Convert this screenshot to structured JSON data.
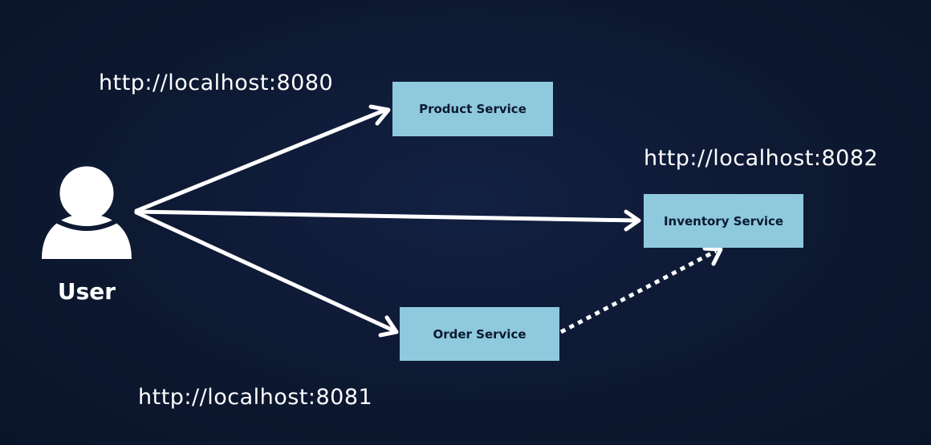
{
  "diagram": {
    "actor": {
      "label": "User",
      "icon": "user-icon"
    },
    "services": [
      {
        "id": "product",
        "label": "Product Service",
        "url": "http://localhost:8080"
      },
      {
        "id": "inventory",
        "label": "Inventory Service",
        "url": "http://localhost:8082"
      },
      {
        "id": "order",
        "label": "Order Service",
        "url": "http://localhost:8081"
      }
    ],
    "connections": [
      {
        "from": "User",
        "to": "Product Service",
        "style": "solid"
      },
      {
        "from": "User",
        "to": "Inventory Service",
        "style": "solid"
      },
      {
        "from": "User",
        "to": "Order Service",
        "style": "solid"
      },
      {
        "from": "Order Service",
        "to": "Inventory Service",
        "style": "dotted"
      }
    ],
    "colors": {
      "background": "#0e1a33",
      "box_fill": "#8fc9de",
      "box_text": "#0b1a30",
      "arrow": "#ffffff"
    }
  }
}
